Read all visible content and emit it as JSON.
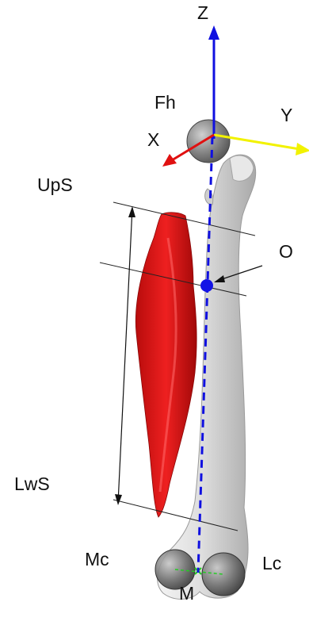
{
  "labels": {
    "z_axis": "Z",
    "y_axis": "Y",
    "x_axis": "X",
    "femoral_head": "Fh",
    "origin": "O",
    "upper_section": "UpS",
    "lower_section": "LwS",
    "medial_condyle": "Mc",
    "lateral_condyle": "Lc",
    "midpoint": "M"
  },
  "colors": {
    "z_axis": "#1010e0",
    "y_axis": "#f2f200",
    "x_axis": "#e01010",
    "muscle": "#dd1111",
    "bone": "#d9d9d9",
    "sphere": "#6a6a6a",
    "origin_point": "#1414e6",
    "condyle_link": "#22cc22"
  }
}
